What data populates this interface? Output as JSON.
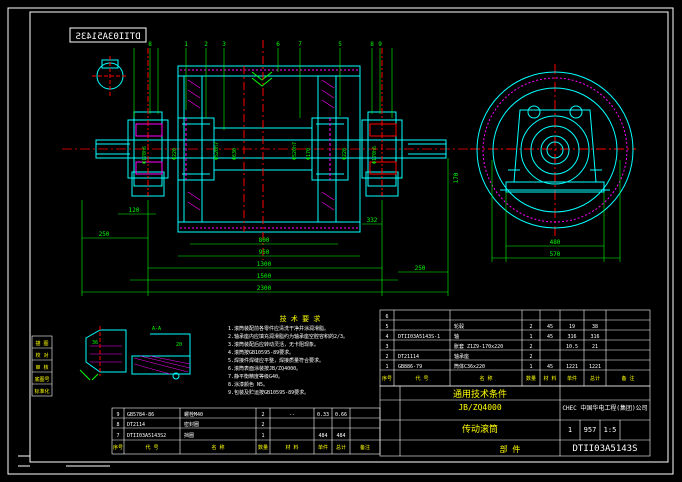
{
  "colors": {
    "background": "#000000",
    "border": "#ffffff",
    "outline": "#00ffff",
    "center": "#ff0000",
    "dimension": "#00ff00",
    "hatch": "#ff00ff",
    "text": "#ffff00"
  },
  "drawing_no_mirror": "DTII03A5143S",
  "dimensions": {
    "d250": "250",
    "d120": "120",
    "d800": "800",
    "d950": "950",
    "d1300": "1300",
    "d1500": "1500",
    "d2300": "2300",
    "d250b": "250",
    "d480": "480",
    "d570": "570",
    "d170": "170",
    "d332": "332",
    "d250c": "250"
  },
  "tech_req": {
    "title": "技 术 要 求",
    "lines": [
      "1.滚筒装配前各零件应清洗干净并涂润滑脂。",
      "2.轴承座内应填充润滑脂约为轴承座空腔容积的2/3。",
      "3.滚筒装配后应转动灵活，无卡阻现象。",
      "4.滚筒按GB10595-89要求。",
      "5.焊接件焊缝应平整，焊接质量符合要求。",
      "6.滚筒表面涂装按JB/ZQ4000。",
      "7.静平衡精度等级G40。",
      "8.涂漆颜色 N5。",
      "9.包装及贮运按GB10595-89要求。"
    ]
  },
  "detail_labels": {
    "a": "A-A",
    "b": "20",
    "c": "36"
  },
  "parts_table_upper": [
    {
      "no": "6",
      "code": "",
      "name": "",
      "qty": "",
      "mat": "",
      "w1": "",
      "w2": ""
    },
    {
      "no": "5",
      "code": "",
      "name": "轮毂",
      "qty": "2",
      "mat": "45",
      "w1": "19",
      "w2": "38"
    },
    {
      "no": "4",
      "code": "DTII03A5143S-1",
      "name": "轴",
      "qty": "1",
      "mat": "45",
      "w1": "316",
      "w2": "316"
    },
    {
      "no": "3",
      "code": "",
      "name": "胀套 Z1Z9-170x220",
      "qty": "2",
      "mat": "",
      "w1": "10.5",
      "w2": "21"
    },
    {
      "no": "2",
      "code": "DT21114",
      "name": "轴承座",
      "qty": "2",
      "mat": "",
      "w1": "",
      "w2": ""
    },
    {
      "no": "1",
      "code": "GB886-79",
      "name": "筒体C36x220",
      "qty": "1",
      "mat": "45",
      "w1": "1221",
      "w2": "1221"
    }
  ],
  "parts_header_upper": [
    "序号",
    "代 号",
    "名 称",
    "数量",
    "材 料",
    "单件",
    "总计",
    "备 注"
  ],
  "parts_table_lower": [
    {
      "no": "9",
      "code": "GB5784-86",
      "name": "螺栓M40",
      "qty": "2",
      "mat": "--",
      "w1": "0.33",
      "w2": "0.66"
    },
    {
      "no": "8",
      "code": "DT2114",
      "name": "密封圈",
      "qty": "2",
      "mat": "",
      "w1": "",
      "w2": ""
    },
    {
      "no": "7",
      "code": "DTII03A5143S2",
      "name": "挡圈",
      "qty": "1",
      "mat": "",
      "w1": "484",
      "w2": "484"
    }
  ],
  "parts_header_lower": [
    "序号",
    "代 号",
    "名 称",
    "数量",
    "材 料",
    "单件",
    "总计",
    "备注"
  ],
  "title_block": {
    "standard_title": "通用技术条件",
    "standard_code": "JB/ZQ4000",
    "drawing_title": "传动滚筒",
    "company": "CHEC 中国华电工程(集团)公司",
    "part_label": "部 件",
    "weight": "957",
    "scale": "1:5",
    "drawing_no": "DTII03A5143S",
    "sheet": "1"
  },
  "left_side_labels": [
    "描 图",
    "校 对",
    "审 核",
    "底图号",
    "标准化"
  ]
}
